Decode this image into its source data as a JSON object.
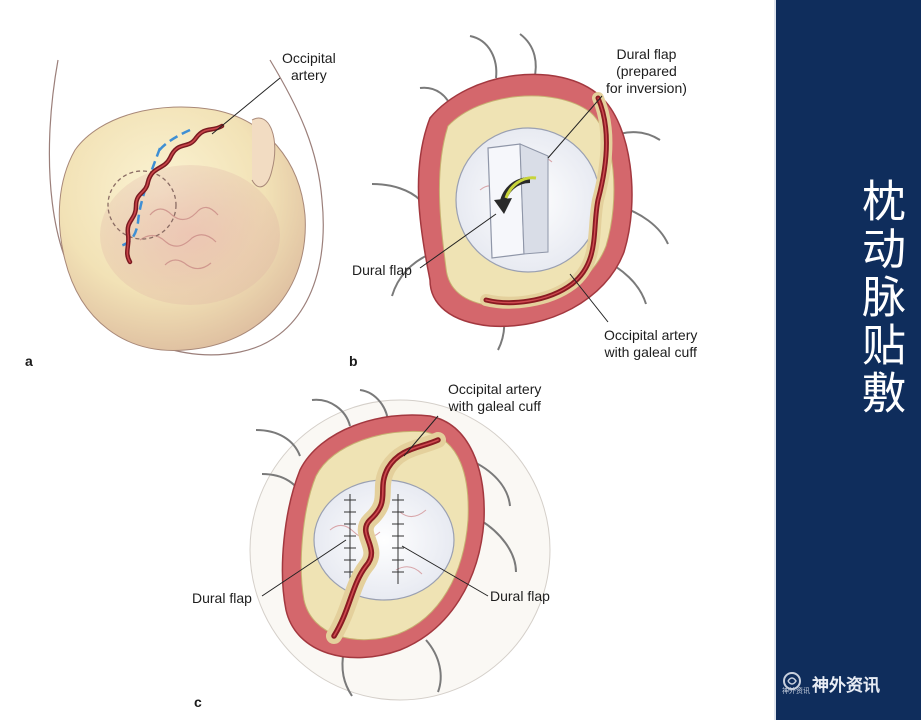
{
  "figure": {
    "panel_a": {
      "letter": "a",
      "label_occipital_artery": [
        "Occipital",
        "artery"
      ]
    },
    "panel_b": {
      "letter": "b",
      "label_dural_flap_prepared": [
        "Dural flap",
        "(prepared",
        "for inversion)"
      ],
      "label_dural_flap": "Dural flap",
      "label_occipital_artery_cuff": [
        "Occipital artery",
        "with galeal cuff"
      ]
    },
    "panel_c": {
      "letter": "c",
      "label_occipital_artery_cuff": [
        "Occipital artery",
        "with galeal cuff"
      ],
      "label_dural_flap_left": "Dural flap",
      "label_dural_flap_right": "Dural flap"
    }
  },
  "sidebar": {
    "title": "枕动脉贴敷",
    "watermark_text": "神外资讯",
    "watermark_small": "神外资讯",
    "colors": {
      "background": "#0f2d5c",
      "text": "#ffffff"
    }
  },
  "colors": {
    "scalp": "#f3e6b8",
    "wound_edge": "#c9525a",
    "artery": "#8e1d22",
    "dura": "#eef0f6",
    "cuff": "#e9dcaa"
  }
}
